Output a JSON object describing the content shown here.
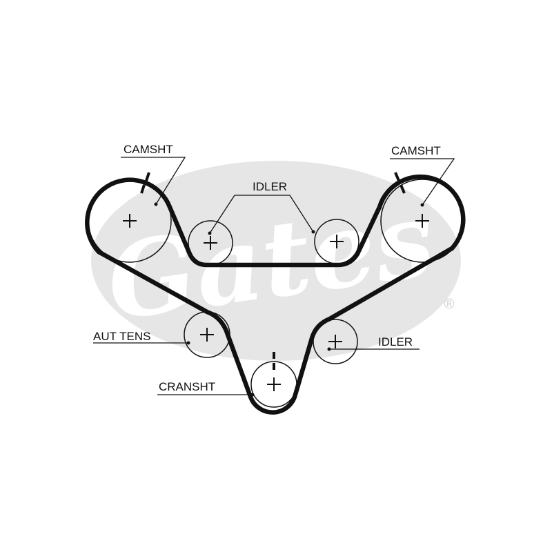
{
  "logo": {
    "text": "Gates",
    "registered": "®",
    "color": "#e6e6e6"
  },
  "labels": {
    "camshaft_left": "CAMSHT",
    "camshaft_right": "CAMSHT",
    "idler_top": "IDLER",
    "auto_tensioner": "AUT TENS",
    "idler_right": "IDLER",
    "crankshaft": "CRANSHT"
  },
  "colors": {
    "belt": "#111111",
    "background": "#ffffff"
  }
}
